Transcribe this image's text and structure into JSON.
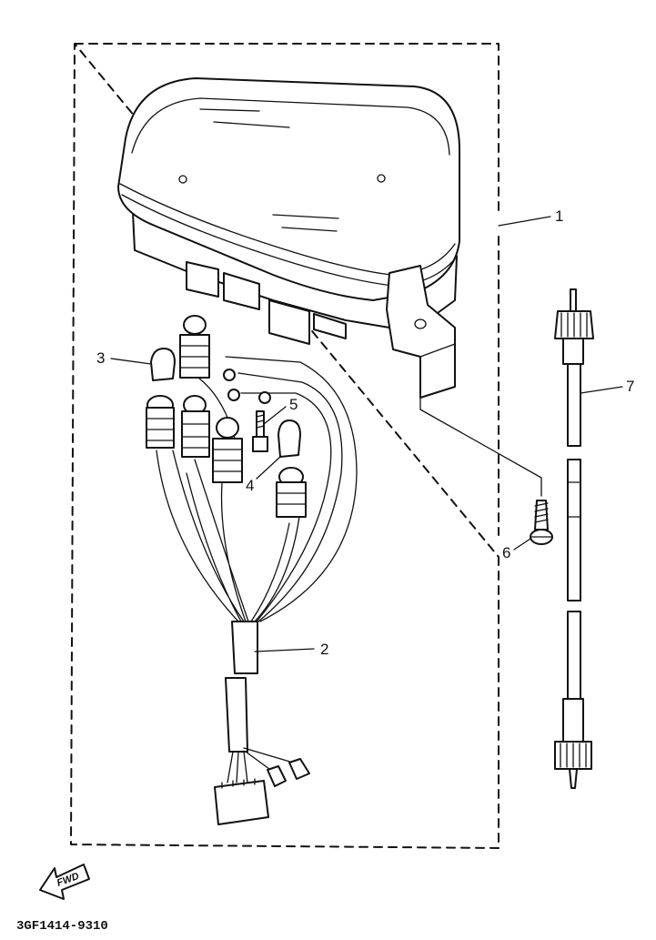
{
  "callouts": [
    {
      "id": "1",
      "label": "1"
    },
    {
      "id": "2",
      "label": "2"
    },
    {
      "id": "3",
      "label": "3"
    },
    {
      "id": "4",
      "label": "4"
    },
    {
      "id": "5",
      "label": "5"
    },
    {
      "id": "6",
      "label": "6"
    },
    {
      "id": "7",
      "label": "7"
    }
  ],
  "fwd_label": "FWD",
  "drawing_code": "3GF1414-9310",
  "colors": {
    "ink": "#111111",
    "paper": "#ffffff"
  }
}
